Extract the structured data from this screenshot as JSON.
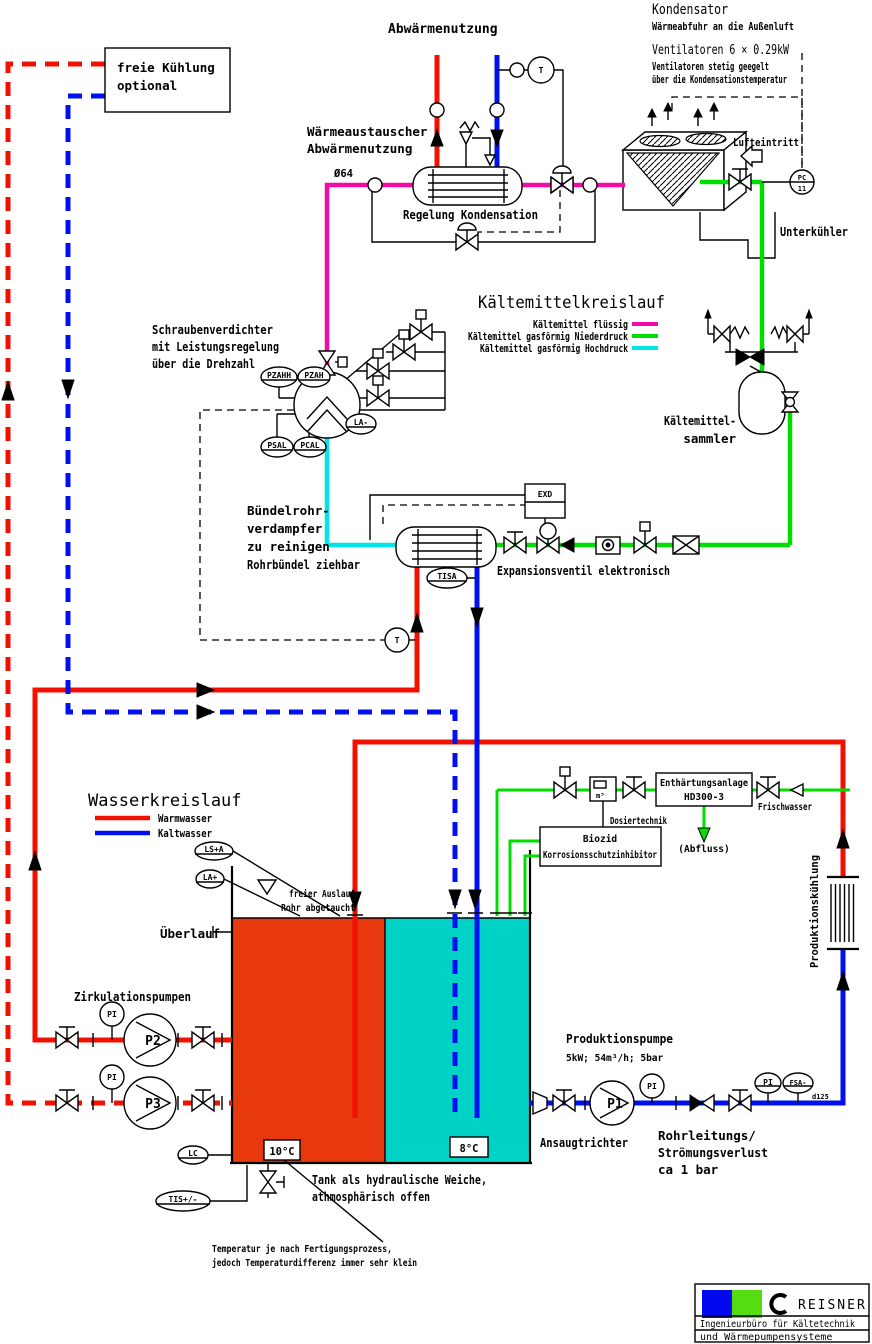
{
  "palette": {
    "refrigerant_liquid": "#f30ba5",
    "refrigerant_gas_low": "#00dd00",
    "refrigerant_gas_high": "#00e6e6",
    "warm_water": "#f21000",
    "cold_water": "#0010ee",
    "tank_warm": "#e8380d",
    "tank_cold": "#00d2c6",
    "logo_blue": "#0008ee",
    "logo_green": "#55dd11"
  },
  "free_cooling": {
    "line1": "freie Kühlung",
    "line2": "optional"
  },
  "waste_heat": {
    "title": "Abwärmenutzung",
    "hx1": "Wärmeaustauscher",
    "hx2": "Abwärmenutzung",
    "dia": "Ø64",
    "control": "Regelung Kondensation",
    "t": "T"
  },
  "condenser": {
    "title": "Kondensator",
    "sub": "Wärmeabfuhr an die Außenluft",
    "fans": "Ventilatoren  6 × 0.29kW",
    "note1": "Ventilatoren stetig geegelt",
    "note2": "über die Kondensationstemperatur",
    "air": "Lufteintritt",
    "subcooler": "Unterkühler",
    "pc": "PC",
    "pc_no": "11"
  },
  "refrigerant": {
    "title": "Kältemittelkreislauf",
    "leg1": "Kältemittel flüssig",
    "leg2": "Kältemittel gasförmig Niederdruck",
    "leg3": "Kältemittel gasförmig Hochdruck"
  },
  "compressor": {
    "l1": "Schraubenverdichter",
    "l2": "mit Leistungsregelung",
    "l3": "über die Drehzahl",
    "pzahh": "PZAHH",
    "pzah": "PZAH",
    "psal": "PSAL",
    "pcal": "PCAL",
    "la": "LA-"
  },
  "receiver": {
    "l1": "Kältemittel-",
    "l2": "sammler"
  },
  "evaporator": {
    "l1": "Bündelrohr-",
    "l2": "verdampfer",
    "l3": "zu reinigen",
    "l4": "Rohrbündel ziehbar",
    "exd": "EXD",
    "tisa": "TISA",
    "t": "T",
    "expansion": "Expansionsventil elektronisch"
  },
  "water": {
    "title": "Wasserkreislauf",
    "warm": "Warmwasser",
    "cold": "Kaltwasser"
  },
  "treatment": {
    "softener1": "Enthärtungsanlage",
    "softener2": "HD300-3",
    "fresh": "Frischwasser",
    "drain": "(Abfluss)",
    "dosing": "Dosiertechnik",
    "bio1": "Biozid",
    "bio2": "Korrosionsschutzinhibitor",
    "meter": "m³"
  },
  "tank": {
    "overflow": "Überlauf",
    "out1": "freier Auslauf",
    "out2": "Rohr abgetaucht",
    "warm": "10°C",
    "cold": "8°C",
    "cap1": "Tank als hydraulische Weiche,",
    "cap2": "athmosphärisch offen",
    "note1": "Temperatur je nach Fertigungsprozess,",
    "note2": "jedoch Temperaturdifferenz immer sehr klein",
    "lsa": "LS+A",
    "lap": "LA+",
    "lc": "LC",
    "tis": "TIS+/-"
  },
  "pumps": {
    "circ": "Zirkulationspumpen",
    "p1": "P1",
    "p2": "P2",
    "p3": "P3",
    "pi": "PI",
    "prod": "Produktionspumpe",
    "spec": "5kW; 54m³/h; 5bar",
    "suction": "Ansaugtrichter",
    "loss1": "Rohrleitungs/",
    "loss2": "Strömungsverlust",
    "loss3": "ca 1 bar",
    "fsa": "FSA-",
    "d125": "d125"
  },
  "production": {
    "label": "Produktionskühlung"
  },
  "logo": {
    "name": "REISNER",
    "l1": "Ingenieurbüro für Kältetechnik",
    "l2": "und Wärmepumpensysteme"
  }
}
